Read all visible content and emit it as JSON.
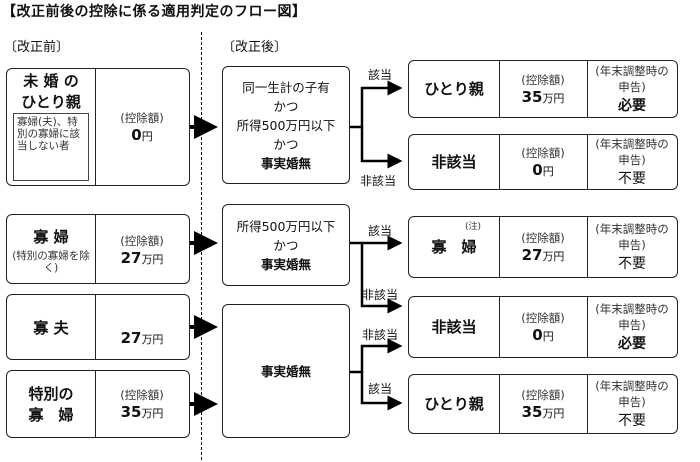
{
  "title": "【改正前後の控除に係る適用判定のフロー図】",
  "before_label": "〔改正前〕",
  "after_label": "〔改正後〕",
  "deduction_label": "(控除額)",
  "unit": "万円",
  "unit_yen": "円",
  "yearend_label_1": "(年末調整時の",
  "yearend_label_2": "申告)",
  "before": [
    {
      "name1": "未 婚 の",
      "name2": "ひとり親",
      "note": "寡婦(夫)、特別の寡婦に該当しない者",
      "amount": "0",
      "amount_unit": "円"
    },
    {
      "name1": "寡 婦",
      "note": "(特別の寡婦を除く)",
      "amount": "27",
      "amount_unit": "万円"
    },
    {
      "name1": "寡 夫",
      "amount": "27",
      "amount_unit": "万円"
    },
    {
      "name1": "特別の",
      "name2": "寡　婦",
      "amount": "35",
      "amount_unit": "万円"
    }
  ],
  "conditions": [
    {
      "line1": "同一生計の子有",
      "line2": "かつ",
      "line3": "所得500万円以下",
      "line4": "かつ",
      "line5": "事実婚無"
    },
    {
      "line1": "所得500万円以下",
      "line2": "かつ",
      "line3": "事実婚無"
    },
    {
      "line1": "事実婚無"
    }
  ],
  "branches": {
    "yes": "該当",
    "no": "非該当"
  },
  "results": [
    {
      "name": "ひとり親",
      "note": "",
      "amount": "35",
      "amount_unit": "万円",
      "decl": "必要",
      "decl_bold": true
    },
    {
      "name": "非該当",
      "note": "",
      "amount": "0",
      "amount_unit": "円",
      "decl": "不要",
      "decl_bold": false
    },
    {
      "name": "寡　婦",
      "note": "(注)",
      "amount": "27",
      "amount_unit": "万円",
      "decl": "不要",
      "decl_bold": false
    },
    {
      "name": "非該当",
      "note": "",
      "amount": "0",
      "amount_unit": "円",
      "decl": "必要",
      "decl_bold": true
    },
    {
      "name": "ひとり親",
      "note": "",
      "amount": "35",
      "amount_unit": "万円",
      "decl": "不要",
      "decl_bold": false
    }
  ]
}
